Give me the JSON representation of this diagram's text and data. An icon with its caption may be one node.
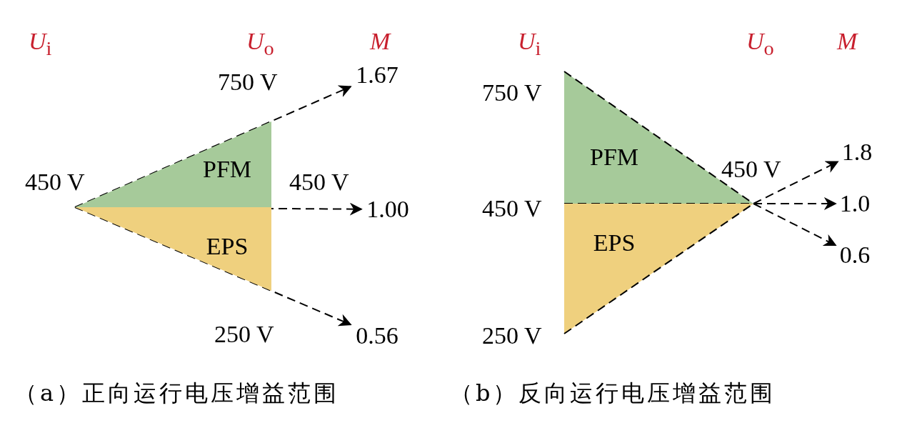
{
  "diagram": {
    "nodes": [
      {
        "text": [
          "1.67"
        ]
      },
      {
        "text": [
          "PFM"
        ]
      },
      {
        "text": [
          "1.00"
        ]
      },
      {
        "text": [
          "EPS"
        ]
      },
      {
        "text": [
          "0.56"
        ]
      },
      {
        "text": [
          "PFM"
        ]
      },
      {
        "text": [
          "1.8"
        ]
      },
      {
        "text": [
          "1.0"
        ]
      },
      {
        "text": [
          "EPS"
        ]
      },
      {
        "text": [
          "0.6"
        ]
      }
    ],
    "edges": [
      {
        "from": 3,
        "to": 0,
        "arrow": "to",
        "style": "dashed"
      },
      {
        "from": 3,
        "to": 2,
        "arrow": "to",
        "style": "dashed"
      },
      {
        "from": 3,
        "to": 4,
        "arrow": "to",
        "style": "dashed"
      },
      {
        "from": 8,
        "to": 6,
        "arrow": "to",
        "style": "dashed"
      },
      {
        "from": 8,
        "to": 7,
        "arrow": "to",
        "style": "dashed"
      },
      {
        "from": 8,
        "to": 9,
        "arrow": "to",
        "style": "dashed"
      }
    ],
    "labels": [
      "*U*$_{i}$",
      "*U*$_{o}$",
      "M",
      "750 V",
      "450 V",
      "450 V",
      "250 V",
      "*U*$_{i}$",
      "*U*$_{o}$",
      "M",
      "750 V",
      "450 V",
      "450 V",
      "250 V",
      "（a）正向运行电压增益范围",
      "（b）反向运行电压增益范围"
    ]
  }
}
